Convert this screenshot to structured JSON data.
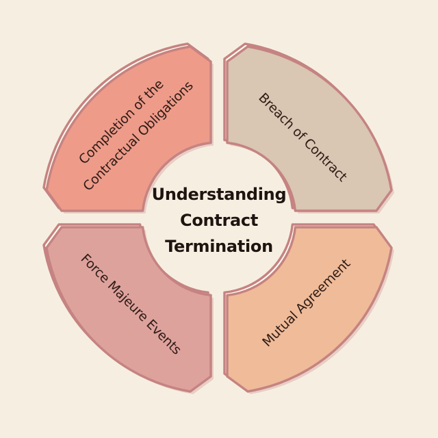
{
  "title": {
    "lines": [
      "Understanding",
      "Contract",
      "Termination"
    ]
  },
  "segments": [
    {
      "id": "completion-of-contractual-obligations",
      "lines": [
        "Completion of the",
        "Contractual Obligations"
      ],
      "fill": "#ee9b8a"
    },
    {
      "id": "breach-of-contract",
      "lines": [
        "Breach of Contract"
      ],
      "fill": "#d9c6b3"
    },
    {
      "id": "force-majeure-events",
      "lines": [
        "Force Majeure Events"
      ],
      "fill": "#dea29d"
    },
    {
      "id": "mutual-agreement",
      "lines": [
        "Mutual Agreement"
      ],
      "fill": "#efbb99"
    }
  ],
  "colors": {
    "background": "#f6efe1",
    "outline": "#c58381",
    "highlight": "#fffdf3",
    "shadow": "#e8cec5",
    "label_text": "#2e1b15",
    "title_text": "#1f1410"
  }
}
